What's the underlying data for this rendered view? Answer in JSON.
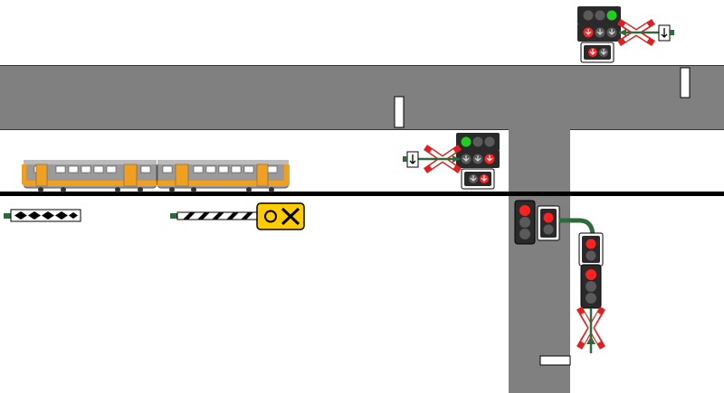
{
  "scene": {
    "colors": {
      "road": "#808080",
      "road_marking": "#ffffff",
      "rail": "#000000",
      "signal_body": "#2a2a2a",
      "lamp_off": "#5a5a5a",
      "lamp_red": "#ff2020",
      "lamp_green": "#22cc22",
      "arm_green": "#2f6b3a",
      "warning_yellow": "#ffcc00",
      "crossbuck_red": "#e02020",
      "train_body": "#9a9a9a",
      "train_trim": "#f0a020"
    },
    "train": {
      "cars": 2,
      "livery": "grey-orange"
    },
    "upper_road_signal": {
      "lamps": [
        "off",
        "off",
        "green"
      ],
      "arrow_lamps": [
        "red-down",
        "off-down",
        "off-down"
      ],
      "sub_lamps": [
        "red-down",
        "off-down"
      ]
    },
    "middle_signal": {
      "lamps": [
        "green",
        "off",
        "off"
      ],
      "arrow_lamps": [
        "off-down",
        "off-down",
        "red-down"
      ],
      "sub_lamps": [
        "off-down",
        "red-down"
      ]
    },
    "vertical_road_signals": {
      "left_head": [
        "red",
        "off",
        "off"
      ],
      "small_head": [
        "red",
        "off"
      ],
      "right_small_head": [
        "red",
        "off"
      ],
      "right_tall_head": [
        "red",
        "off",
        "off"
      ]
    },
    "barrier_indicator": {
      "icon": "crossbuck-x-icon",
      "state": "lowered"
    },
    "left_board": {
      "pattern": "diamonds"
    }
  }
}
